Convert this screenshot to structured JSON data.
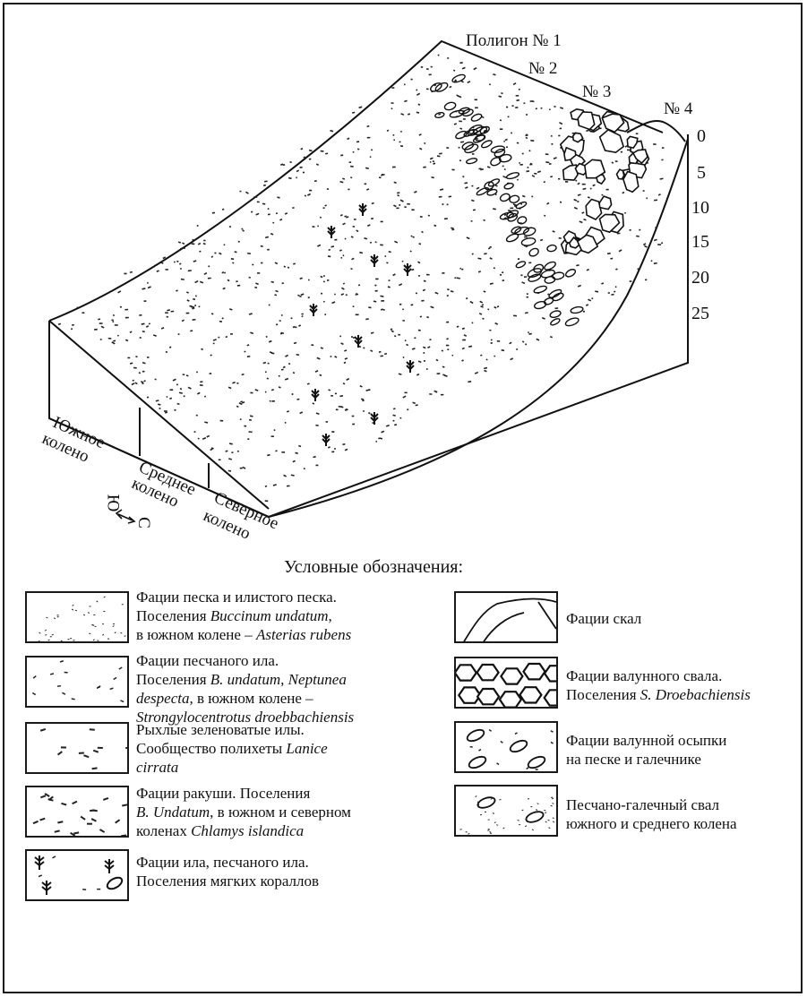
{
  "diagram": {
    "polygons": {
      "p1": "Полигон № 1",
      "p2": "№ 2",
      "p3": "№ 3",
      "p4": "№ 4"
    },
    "depth_scale": [
      "0",
      "5",
      "10",
      "15",
      "20",
      "25"
    ],
    "knees": {
      "south": [
        "Южное",
        "колено"
      ],
      "middle": [
        "Среднее",
        "колено"
      ],
      "north": [
        "Северное",
        "колено"
      ]
    },
    "direction": {
      "south": "Ю",
      "north": "С"
    }
  },
  "legend": {
    "title": "Условные обозначения:",
    "items": [
      {
        "lines": [
          [
            {
              "t": "Фации песка и илистого песка.",
              "i": false
            }
          ],
          [
            {
              "t": "Поселения ",
              "i": false
            },
            {
              "t": "Buccinum undatum",
              "i": true
            },
            {
              "t": ",",
              "i": false
            }
          ],
          [
            {
              "t": "в южном колене – ",
              "i": false
            },
            {
              "t": "Asterias rubens",
              "i": true
            }
          ]
        ]
      },
      {
        "lines": [
          [
            {
              "t": "Фации песчаного ила.",
              "i": false
            }
          ],
          [
            {
              "t": "Поселения ",
              "i": false
            },
            {
              "t": "B. undatum, Neptunea",
              "i": true
            }
          ],
          [
            {
              "t": "despecta",
              "i": true
            },
            {
              "t": ", в южном колене –",
              "i": false
            }
          ],
          [
            {
              "t": "Strongylocentrotus droebbachiensis",
              "i": true
            }
          ]
        ]
      },
      {
        "lines": [
          [
            {
              "t": "Рыхлые зеленоватые илы.",
              "i": false
            }
          ],
          [
            {
              "t": "Сообщество полихеты ",
              "i": false
            },
            {
              "t": "Lanice",
              "i": true
            }
          ],
          [
            {
              "t": "cirrata",
              "i": true
            }
          ]
        ]
      },
      {
        "lines": [
          [
            {
              "t": "Фации ракуши. Поселения",
              "i": false
            }
          ],
          [
            {
              "t": "B. Undatum",
              "i": true
            },
            {
              "t": ", в южном и северном",
              "i": false
            }
          ],
          [
            {
              "t": "коленах ",
              "i": false
            },
            {
              "t": "Chlamys islandica",
              "i": true
            }
          ]
        ]
      },
      {
        "lines": [
          [
            {
              "t": "Фации ила, песчаного ила.",
              "i": false
            }
          ],
          [
            {
              "t": "Поселения мягких кораллов",
              "i": false
            }
          ]
        ]
      },
      {
        "lines": [
          [
            {
              "t": "Фации скал",
              "i": false
            }
          ]
        ]
      },
      {
        "lines": [
          [
            {
              "t": "Фации валунного свала.",
              "i": false
            }
          ],
          [
            {
              "t": "Поселения ",
              "i": false
            },
            {
              "t": "S. Droebachiensis",
              "i": true
            }
          ]
        ]
      },
      {
        "lines": [
          [
            {
              "t": "Фации валунной осыпки",
              "i": false
            }
          ],
          [
            {
              "t": "на песке и галечнике",
              "i": false
            }
          ]
        ]
      },
      {
        "lines": [
          [
            {
              "t": "Песчано-галечный свал",
              "i": false
            }
          ],
          [
            {
              "t": "южного и среднего колена",
              "i": false
            }
          ]
        ]
      }
    ]
  }
}
